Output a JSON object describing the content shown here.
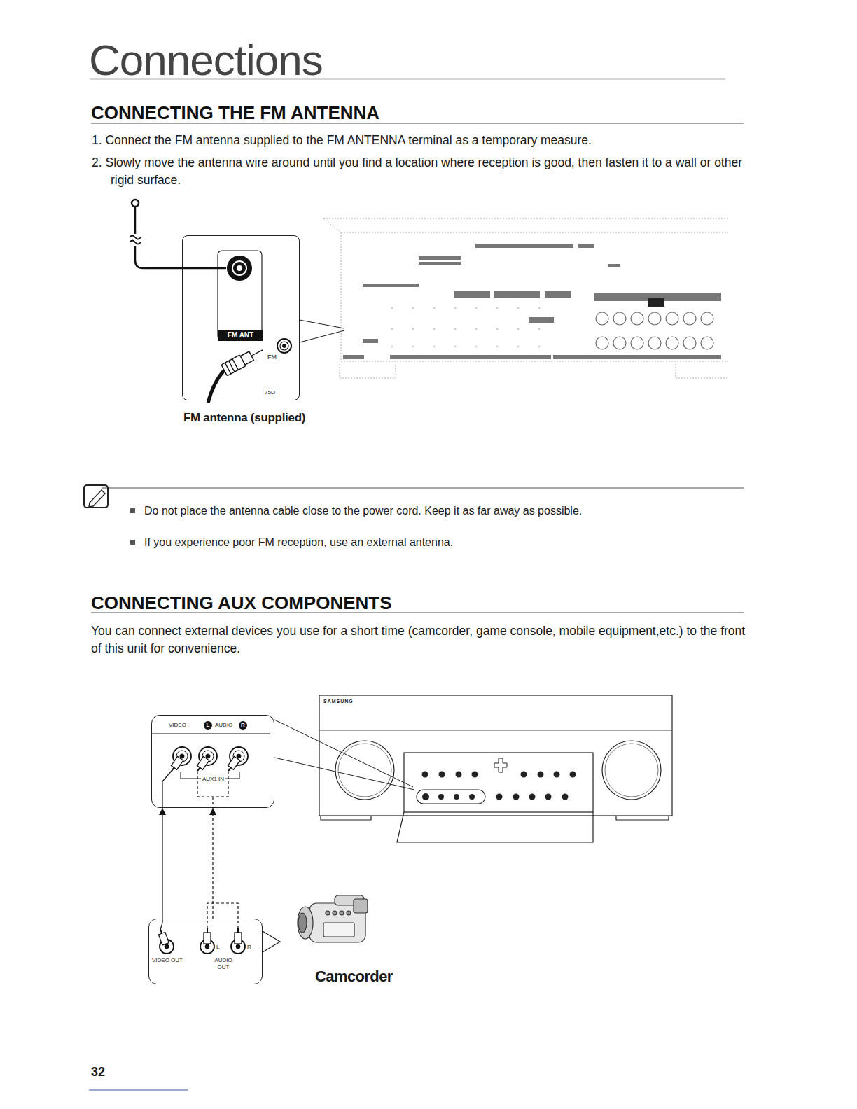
{
  "diagram": {
    "title": "Connections",
    "nodes": [
      {
        "text": [
          "FM ANT",
          "FM",
          "75Ω"
        ]
      },
      {
        "text": [
          "VIDEO",
          "L",
          "AUDIO",
          "R",
          "AUX1 IN"
        ]
      },
      {
        "text": [
          "L",
          "R",
          "VIDEO OUT",
          "AUDIO OUT"
        ]
      }
    ],
    "edges": [
      {
        "from": 2,
        "to": 1,
        "arrow": "to"
      },
      {
        "from": 2,
        "to": 1,
        "arrow": "to"
      }
    ],
    "labels": [
      "CONNECTING THE FM ANTENNA",
      "1. Connect the FM antenna supplied to the FM ANTENNA terminal as a temporary measure.",
      "2. Slowly move the antenna wire around until you find a location where reception is good, then fasten it to a wall or other rigid surface.",
      "FM antenna (supplied)",
      "Do not place the antenna cable close to the power cord. Keep it as far away as possible.",
      "If you experience poor FM reception, use an external antenna.",
      "CONNECTING AUX COMPONENTS",
      "You can connect external devices you use for a short time (camcorder, game console, mobile equipment,etc.) to the front of this unit for convenience.",
      "SAMSUNG",
      "Camcorder",
      "32"
    ]
  }
}
